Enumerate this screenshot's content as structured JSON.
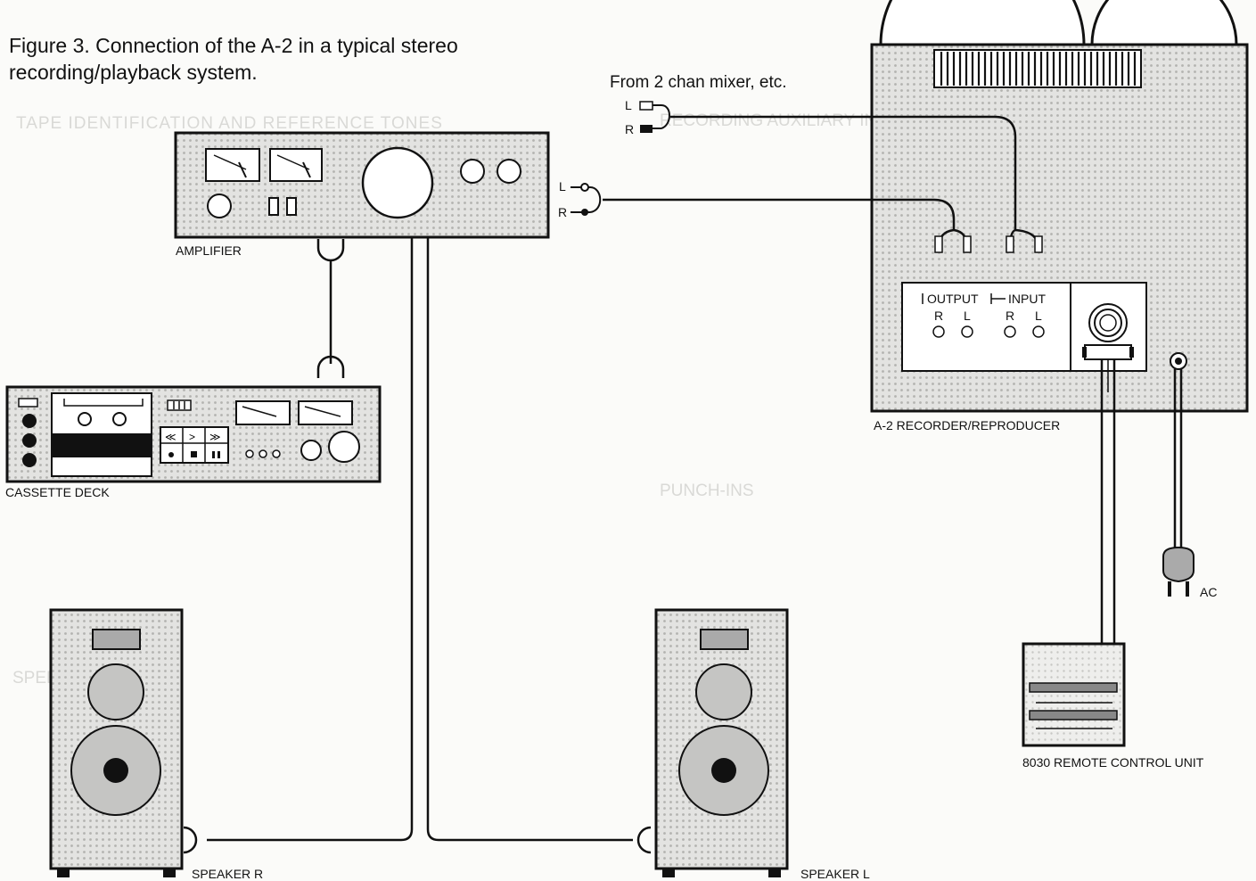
{
  "figure": {
    "caption_line1": "Figure 3. Connection of the A-2 in a typical stereo",
    "caption_line2": "recording/playback system."
  },
  "labels": {
    "mixer": "From 2 chan mixer, etc.",
    "amplifier": "AMPLIFIER",
    "cassette_deck": "CASSETTE DECK",
    "recorder": "A-2 RECORDER/REPRODUCER",
    "remote": "8030 REMOTE CONTROL UNIT",
    "speaker_r": "SPEAKER R",
    "speaker_l": "SPEAKER L",
    "ac": "AC"
  },
  "jacks": {
    "mixer_l": "L",
    "mixer_r": "R",
    "amp_l": "L",
    "amp_r": "R"
  },
  "panel": {
    "output_label": "OUTPUT",
    "input_label": "INPUT",
    "out_r": "R",
    "out_l": "L",
    "in_r": "R",
    "in_l": "L"
  },
  "bleed_through": {
    "heading_1": "TAPE IDENTIFICATION AND REFERENCE TONES",
    "heading_2": "RECORDING AUXILIARY INPUTS",
    "heading_3": "PUNCH-INS",
    "heading_4": "SPEED"
  }
}
